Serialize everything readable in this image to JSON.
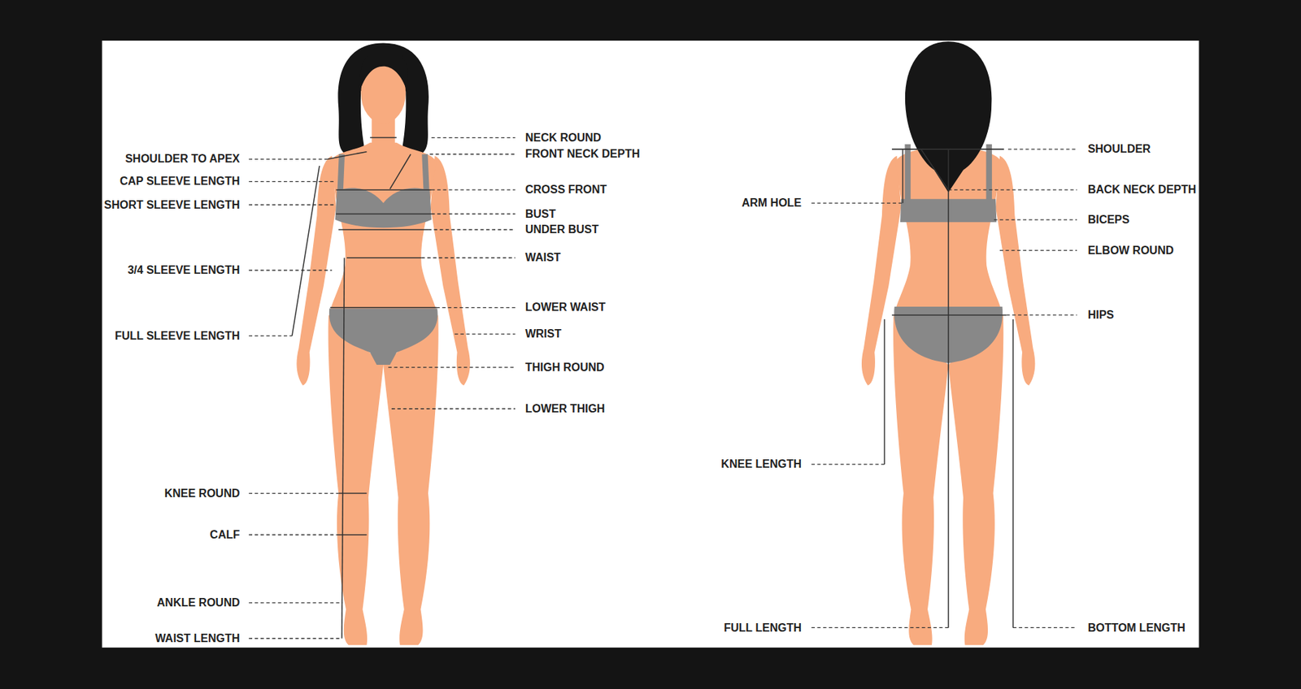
{
  "diagram": {
    "labels": [
      "SHOULDER TO APEX",
      "CAP SLEEVE LENGTH",
      "SHORT SLEEVE LENGTH",
      "3/4 SLEEVE LENGTH",
      "FULL SLEEVE LENGTH",
      "KNEE ROUND",
      "CALF",
      "ANKLE ROUND",
      "WAIST LENGTH",
      "NECK ROUND",
      "FRONT NECK DEPTH",
      "CROSS FRONT",
      "BUST",
      "UNDER BUST",
      "WAIST",
      "LOWER WAIST",
      "WRIST",
      "THIGH ROUND",
      "LOWER THIGH",
      "ARM HOLE",
      "KNEE LENGTH",
      "FULL LENGTH",
      "SHOULDER",
      "BACK NECK DEPTH",
      "BICEPS",
      "ELBOW ROUND",
      "HIPS",
      "BOTTOM LENGTH"
    ]
  }
}
